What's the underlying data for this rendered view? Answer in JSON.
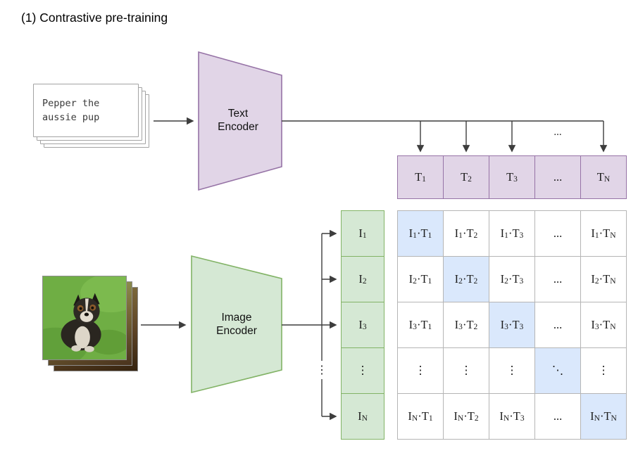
{
  "title": "(1) Contrastive pre-training",
  "text_input": {
    "text": "Pepper the aussie pup"
  },
  "text_encoder": {
    "label": "Text Encoder"
  },
  "image_encoder": {
    "label": "Image Encoder"
  },
  "text_embeddings": [
    "T_1",
    "T_2",
    "T_3",
    "...",
    "T_N"
  ],
  "image_embeddings": [
    "I_1",
    "I_2",
    "I_3",
    "⋮",
    "I_N"
  ],
  "similarity_matrix": [
    [
      "I_1·T_1",
      "I_1·T_2",
      "I_1·T_3",
      "...",
      "I_1·T_N"
    ],
    [
      "I_2·T_1",
      "I_2·T_2",
      "I_2·T_3",
      "...",
      "I_2·T_N"
    ],
    [
      "I_3·T_1",
      "I_3·T_2",
      "I_3·T_3",
      "...",
      "I_3·T_N"
    ],
    [
      "⋮",
      "⋮",
      "⋮",
      "⋱",
      "⋮"
    ],
    [
      "I_N·T_1",
      "I_N·T_2",
      "I_N·T_3",
      "...",
      "I_N·T_N"
    ]
  ],
  "ellipses": {
    "horizontal": "...",
    "vertical": "⋮"
  },
  "colors": {
    "text_fill": "#e1d5e7",
    "text_stroke": "#9673a6",
    "image_fill": "#d5e8d4",
    "image_stroke": "#82b366",
    "diagonal_fill": "#dae8fc",
    "grid_line": "#b5b5b5",
    "arrow": "#3d3d3d"
  }
}
